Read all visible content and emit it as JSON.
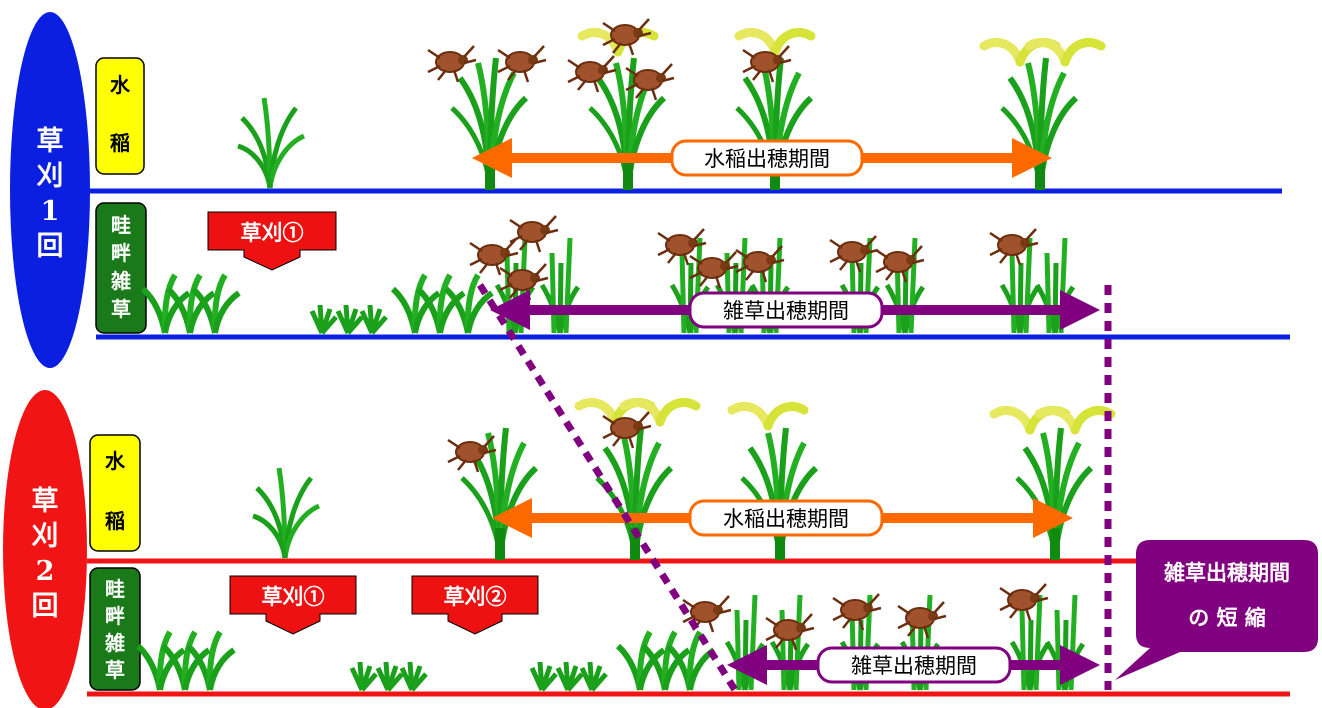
{
  "panels": [
    {
      "title": "草刈1回",
      "color": "#0a1fe0",
      "rice_label": "水稲",
      "weed_label": "畦畔雑草",
      "rice_period_label": "水稲出穂期間",
      "weed_period_label": "雑草出穂期間",
      "mowings": [
        "草刈①"
      ]
    },
    {
      "title": "草刈2回",
      "color": "#f01414",
      "rice_label": "水稲",
      "weed_label": "畦畔雑草",
      "rice_period_label": "水稲出穂期間",
      "weed_period_label": "雑草出穂期間",
      "mowings": [
        "草刈①",
        "草刈②"
      ]
    }
  ],
  "callout": {
    "line1": "雑草出穂期間",
    "line2": "の 短 縮"
  },
  "colors": {
    "rice_arrow": "#ff6a00",
    "weed_arrow": "#800080",
    "rice_label_bg": "#ffff00",
    "weed_label_bg": "#1a7a1a",
    "mowing_arrow": "#ee1111",
    "plant_green": "#1aa01a",
    "insect": "#a0522d",
    "rice_ear": "#d4e84a"
  }
}
